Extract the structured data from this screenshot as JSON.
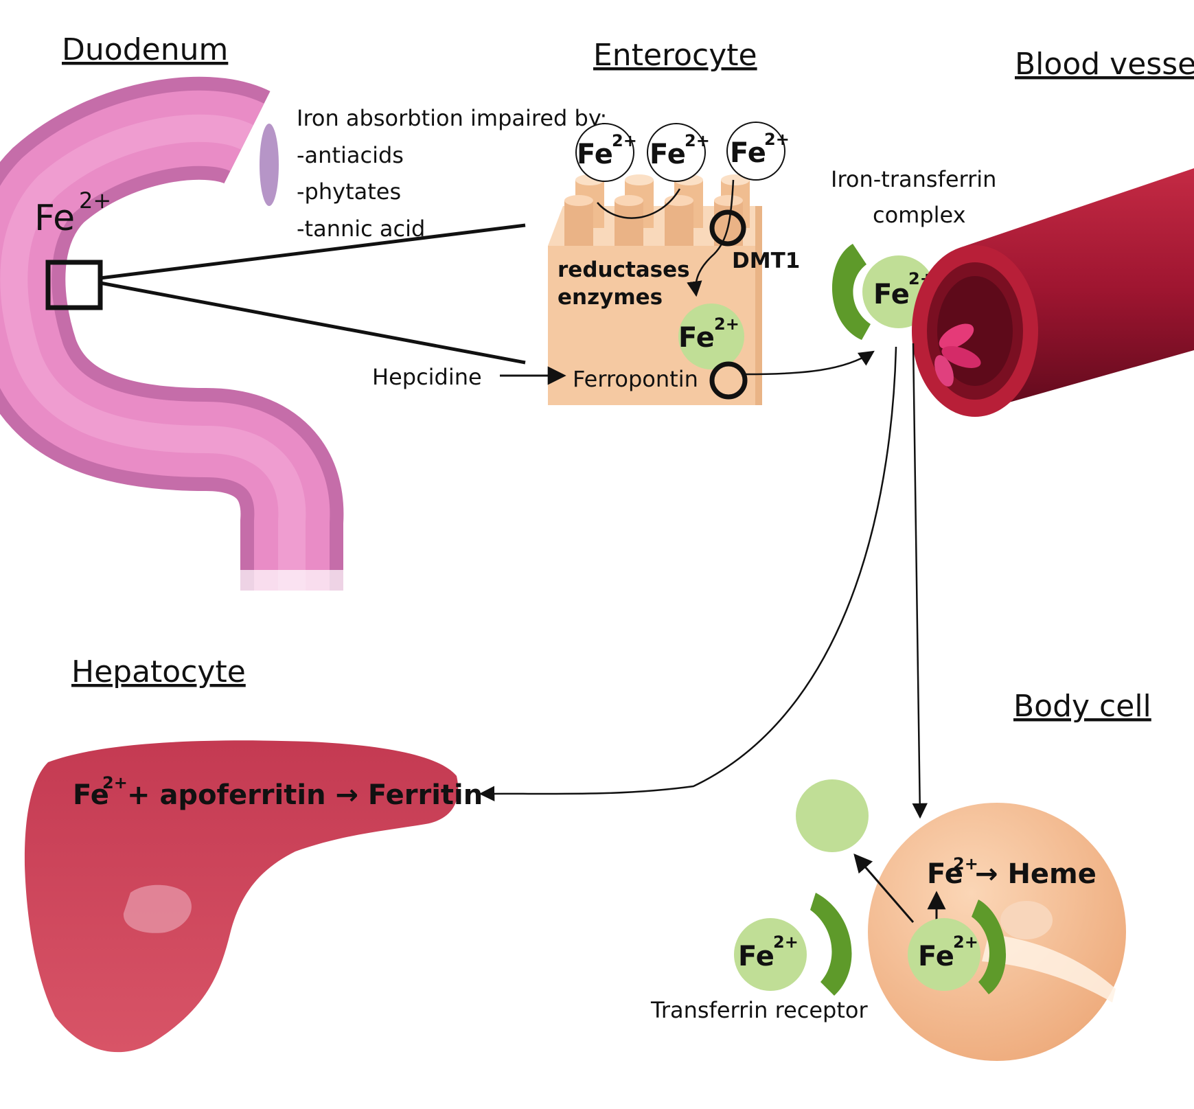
{
  "titles": {
    "duodenum": "Duodenum",
    "enterocyte": "Enterocyte",
    "blood_vessel": "Blood vessel",
    "hepatocyte": "Hepatocyte",
    "body_cell": "Body cell"
  },
  "duodenum": {
    "ion_symbol": "Fe",
    "ion_charge": "2+"
  },
  "impairment": {
    "heading": "Iron absorbtion impaired by:",
    "items": [
      "-antiacids",
      "-phytates",
      "-tannic  acid"
    ]
  },
  "enterocyte": {
    "ion_symbol": "Fe",
    "ion_charge": "2+",
    "dmt1_label": "DMT1",
    "reductases_line1": "reductases",
    "reductases_line2": "enzymes",
    "ferropontin_label": "Ferropontin",
    "hepcidine_label": "Hepcidine"
  },
  "transport": {
    "complex_line1": "Iron-transferrin",
    "complex_line2": "complex"
  },
  "hepatocyte": {
    "equation_fe": "Fe",
    "equation_charge": "2+",
    "equation_rest": "+ apoferritin → Ferritin"
  },
  "body_cell": {
    "heme_fe": "Fe",
    "heme_charge": "2+",
    "heme_rest": "→ Heme",
    "receptor_label": "Transferrin receptor"
  },
  "colors": {
    "ion_green": "#c0de96",
    "transferrin_green": "#5e9a2a",
    "duodenum_pink": "#d86fb0",
    "enterocyte_tan": "#f5c9a2",
    "vessel_red": "#a3162e",
    "liver_red": "#c23a50",
    "body_cell_peach": "#f2b084"
  }
}
